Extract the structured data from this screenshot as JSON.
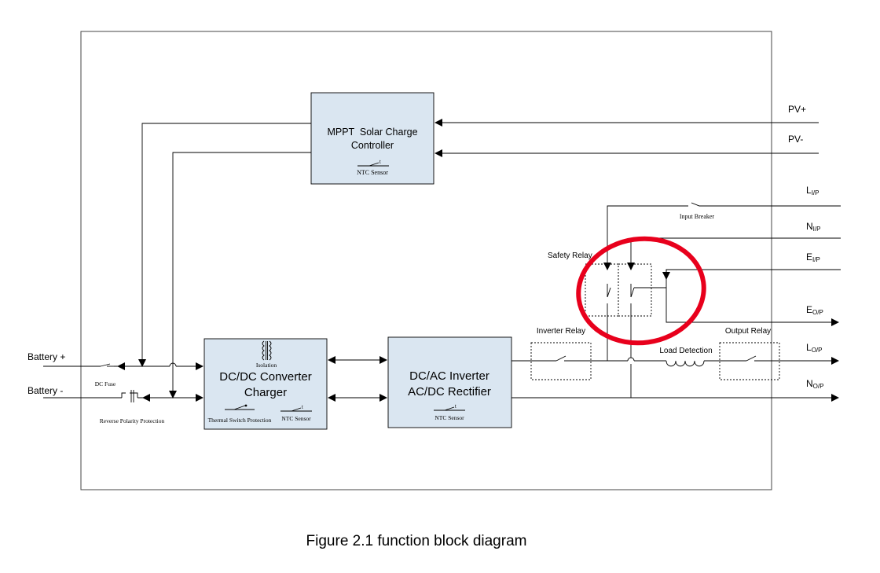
{
  "blocks": {
    "mppt": {
      "line1": "MPPT  Solar Charge",
      "line2": "Controller",
      "sensor": "NTC Sensor"
    },
    "dcdc": {
      "line1": "DC/DC Converter",
      "line2": "Charger",
      "isolation": "Isolation",
      "thermal": "Thermal Switch Protection",
      "sensor": "NTC Sensor"
    },
    "inverter": {
      "line1": "DC/AC Inverter",
      "line2": "AC/DC Rectifier",
      "sensor": "NTC Sensor"
    }
  },
  "terminals": {
    "pv_plus": "PV+",
    "pv_minus": "PV-",
    "li": {
      "main": "L",
      "sub": "I/P"
    },
    "ni": {
      "main": "N",
      "sub": "I/P"
    },
    "ei": {
      "main": "E",
      "sub": "I/P"
    },
    "eo": {
      "main": "E",
      "sub": "O/P"
    },
    "lo": {
      "main": "L",
      "sub": "O/P"
    },
    "no": {
      "main": "N",
      "sub": "O/P"
    },
    "battery_plus": "Battery +",
    "battery_minus": "Battery -"
  },
  "components": {
    "input_breaker": "Input Breaker",
    "safety_relay": "Safety Relay",
    "inverter_relay": "Inverter Relay",
    "load_detection": "Load Detection",
    "output_relay": "Output Relay",
    "dc_fuse": "DC Fuse",
    "reverse_polarity": "Reverse Polarity Protection"
  },
  "caption": "Figure 2.1 function block diagram",
  "colors": {
    "block_fill": "#dae6f1",
    "highlight_circle": "#e8001c",
    "line": "#000000"
  }
}
